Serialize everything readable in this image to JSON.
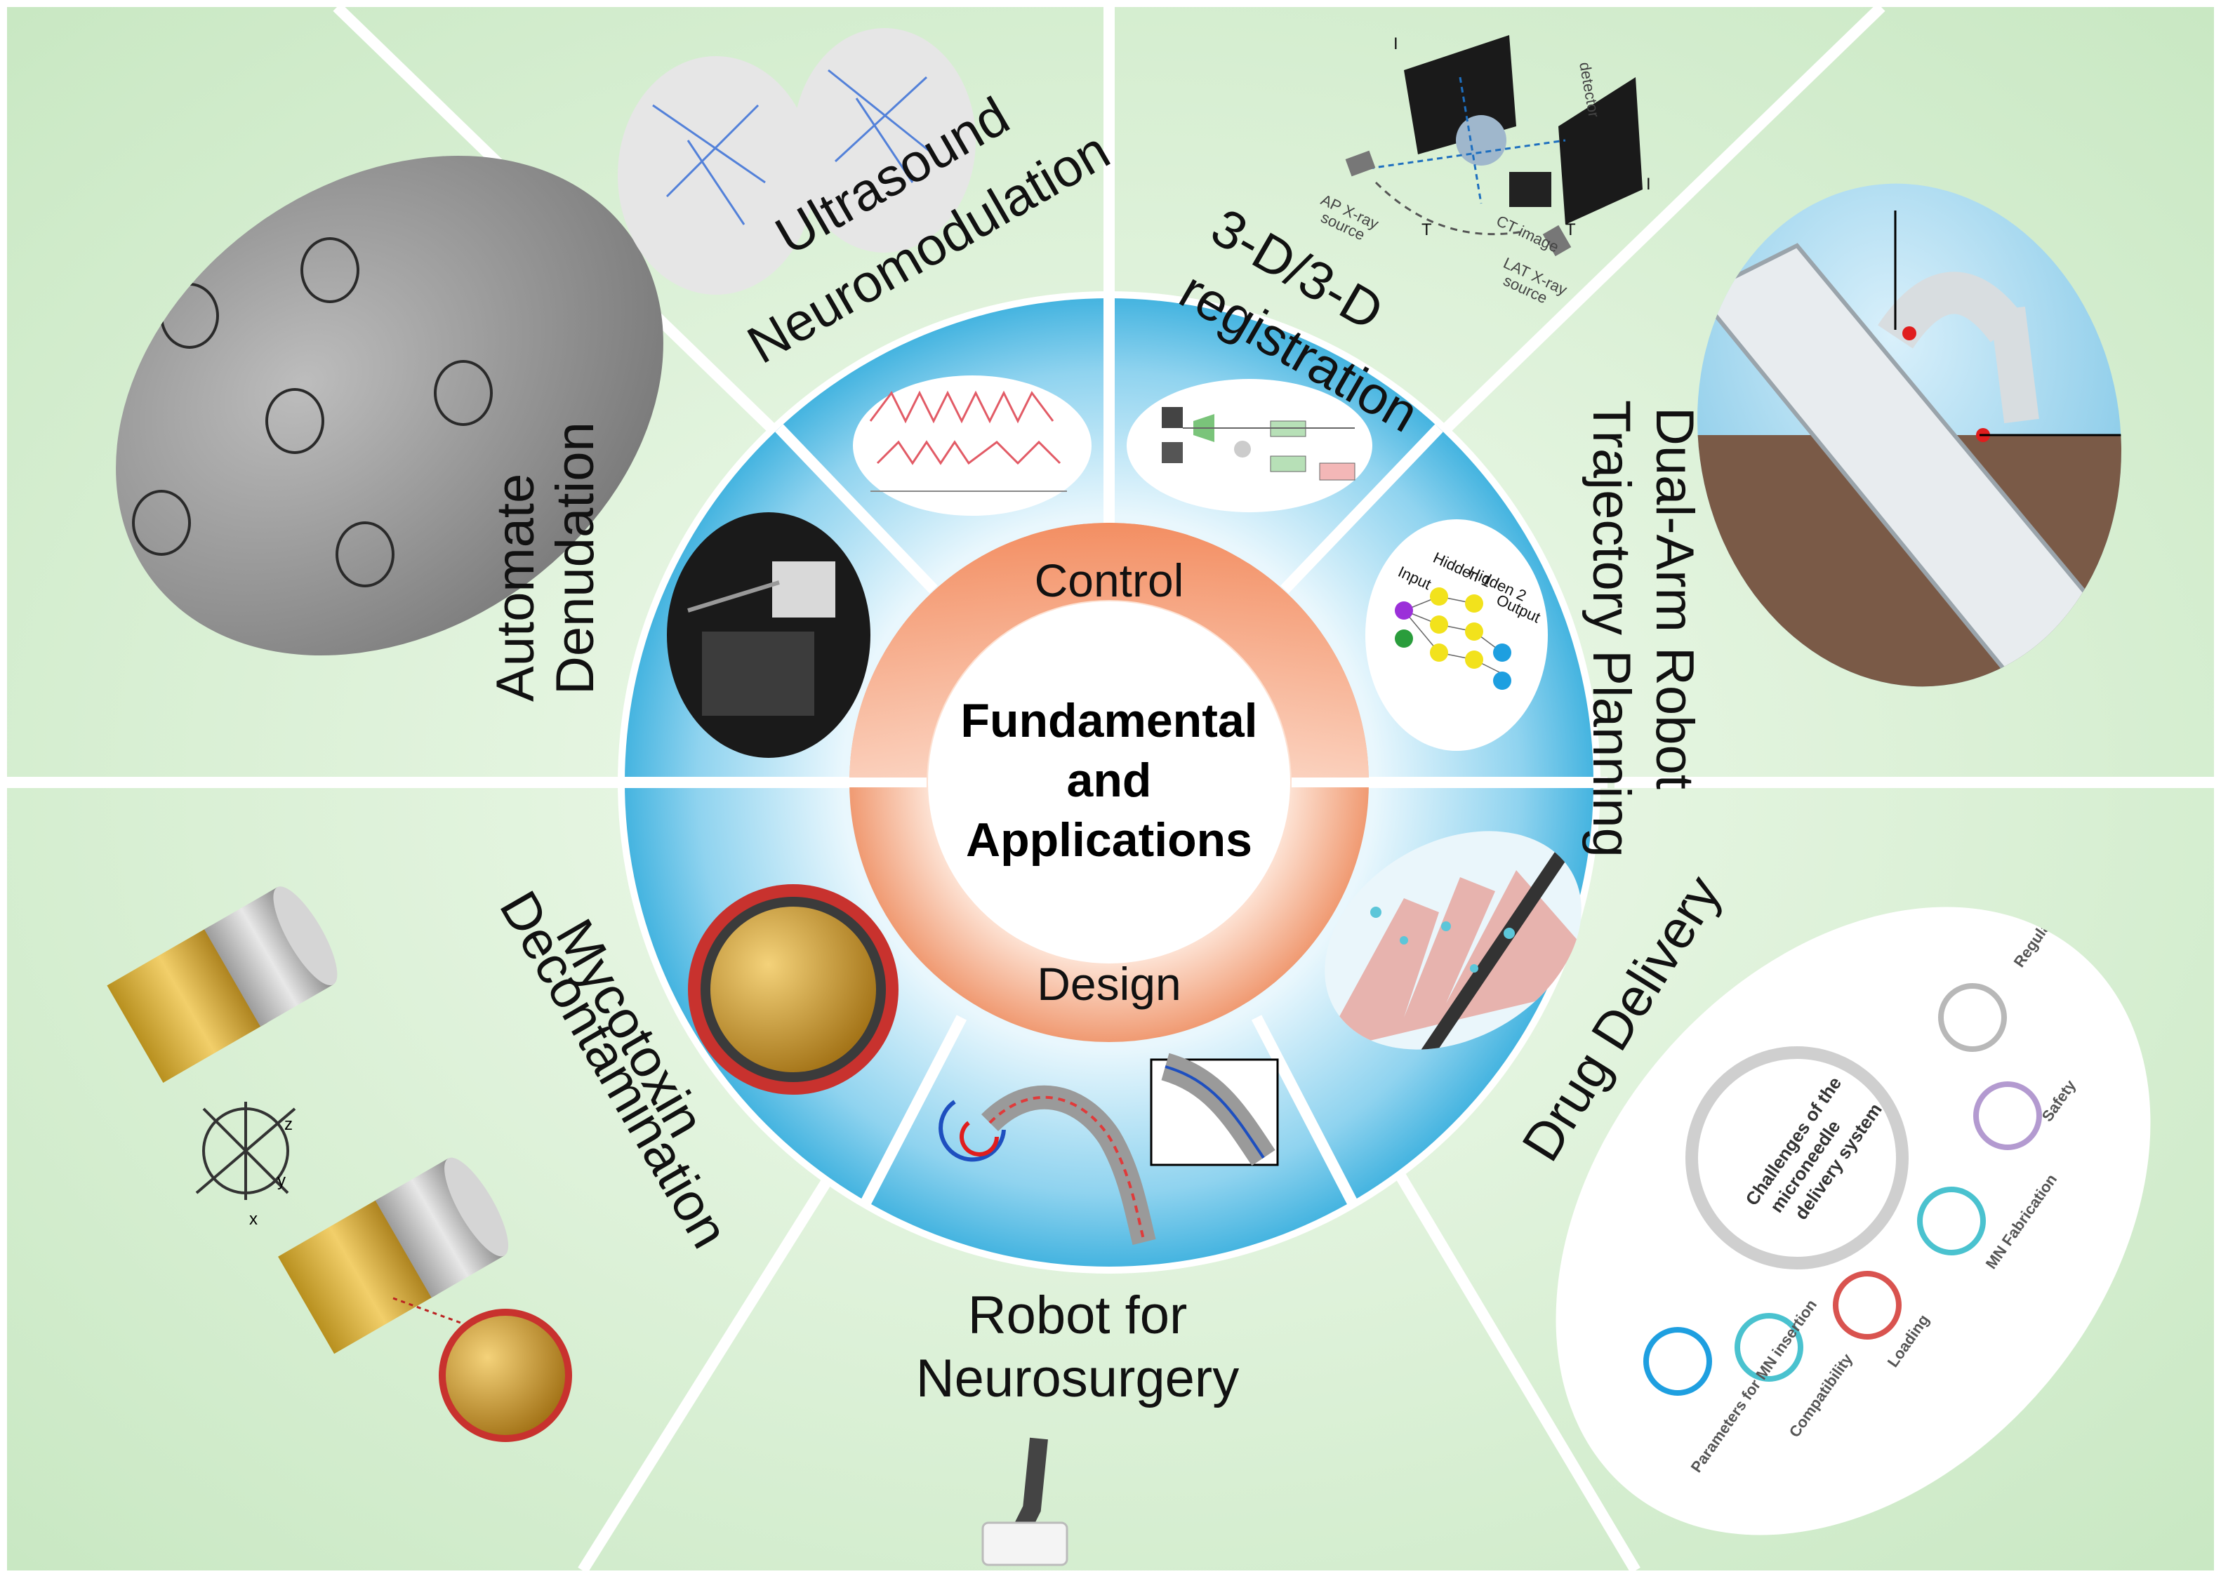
{
  "center": {
    "title_lines": [
      "Fundamental",
      "and",
      "Applications"
    ],
    "ring_top_label": "Control",
    "ring_bottom_label": "Design"
  },
  "panels": {
    "automate_denudation": [
      "Automate",
      "Denudation"
    ],
    "ultrasound_neuromodulation": [
      "Ultrasound",
      "Neuromodulation"
    ],
    "registration": [
      "3-D/3-D",
      "registration"
    ],
    "dual_arm": [
      "Dual-Arm Robot",
      "Trajectory Planning"
    ],
    "drug_delivery": "Drug Delivery",
    "neurosurgery": [
      "Robot for",
      "Neurosurgery"
    ],
    "mycotoxin": [
      "Mycotoxin",
      "Decontamination"
    ]
  },
  "figure_text": {
    "registration": {
      "detector": "detector",
      "ap_source": [
        "AP X-ray",
        "source"
      ],
      "lat_source": [
        "LAT X-ray",
        "source"
      ],
      "ct_image": "CT image",
      "transform": "T",
      "t_lat": "T",
      "i_lat": "I",
      "i_ap": "I"
    },
    "neural_net": {
      "input": "Input",
      "hidden1": "Hidden 1",
      "hidden2": "Hidden 2",
      "output": "Output"
    },
    "microneedle": {
      "center": [
        "Challenges of the",
        "microneedle",
        "delivery system"
      ],
      "nodes": [
        "Regulatory Matters",
        "Safety",
        "MN Fabrication",
        "Loading",
        "Compatibility",
        "Parameters for MN insertion"
      ]
    },
    "axes": {
      "z": "z",
      "y": "y",
      "x": "x"
    }
  },
  "colors": {
    "background_green": "#d6efd2",
    "ring_blue": "#7ccbea",
    "ring_orange": "#f4a47f",
    "divider": "#ffffff"
  }
}
